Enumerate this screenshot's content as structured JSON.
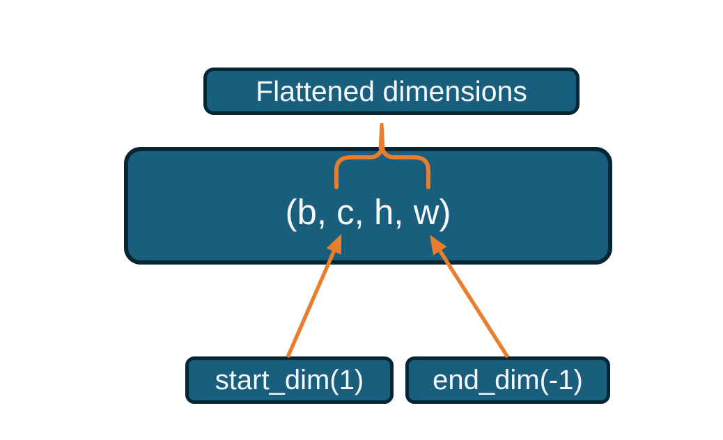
{
  "colors": {
    "background": "#ffffff",
    "node_fill": "#1a5e7d",
    "node_border": "#072634",
    "node_text": "#f5f8f9",
    "connector": "#e87e2e"
  },
  "nodes": {
    "flattened": {
      "label": "Flattened dimensions"
    },
    "tensor": {
      "label": "(b, c, h, w)"
    },
    "start_dim": {
      "label": "start_dim(1)"
    },
    "end_dim": {
      "label": "end_dim(-1)"
    }
  }
}
